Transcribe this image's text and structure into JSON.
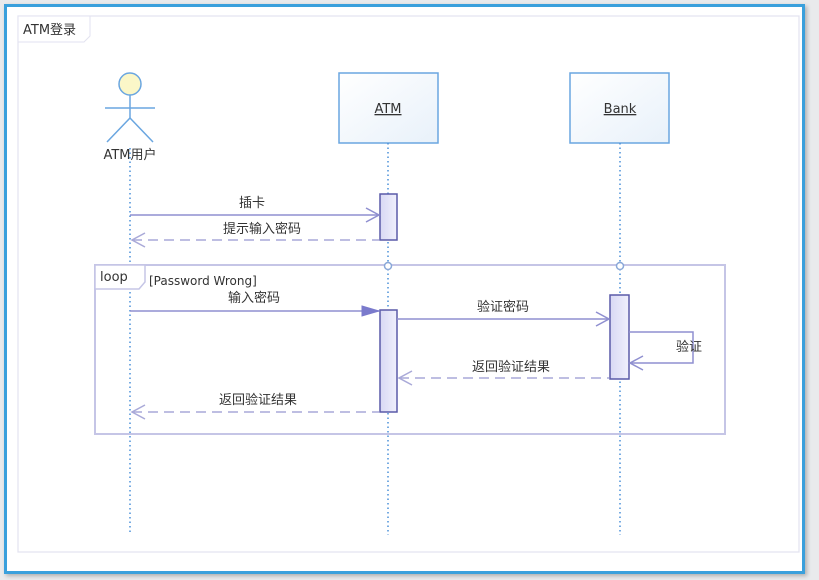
{
  "diagram": {
    "title": "ATM登录",
    "type": "sequence",
    "participants": [
      {
        "id": "user",
        "label": "ATM用户",
        "kind": "actor"
      },
      {
        "id": "atm",
        "label": "ATM",
        "kind": "object"
      },
      {
        "id": "bank",
        "label": "Bank",
        "kind": "object"
      }
    ],
    "messages": [
      {
        "from": "user",
        "to": "atm",
        "label": "插卡",
        "style": "sync"
      },
      {
        "from": "atm",
        "to": "user",
        "label": "提示输入密码",
        "style": "return"
      },
      {
        "from": "user",
        "to": "atm",
        "label": "输入密码",
        "style": "sync-filled"
      },
      {
        "from": "atm",
        "to": "bank",
        "label": "验证密码",
        "style": "sync"
      },
      {
        "from": "bank",
        "to": "bank",
        "label": "验证",
        "style": "self"
      },
      {
        "from": "bank",
        "to": "atm",
        "label": "返回验证结果",
        "style": "return"
      },
      {
        "from": "atm",
        "to": "user",
        "label": "返回验证结果",
        "style": "return"
      }
    ],
    "fragment": {
      "operator": "loop",
      "guard": "[Password Wrong]"
    },
    "colors": {
      "window_border": "#3aa0dc",
      "lifeline": "#4a90d9",
      "message": "#8f8fd0",
      "activation_fill": "#e4e4f8",
      "activation_border": "#5a5aa8",
      "fragment_border": "#c5c5e6",
      "actor_head": "#fbf7c8"
    }
  }
}
